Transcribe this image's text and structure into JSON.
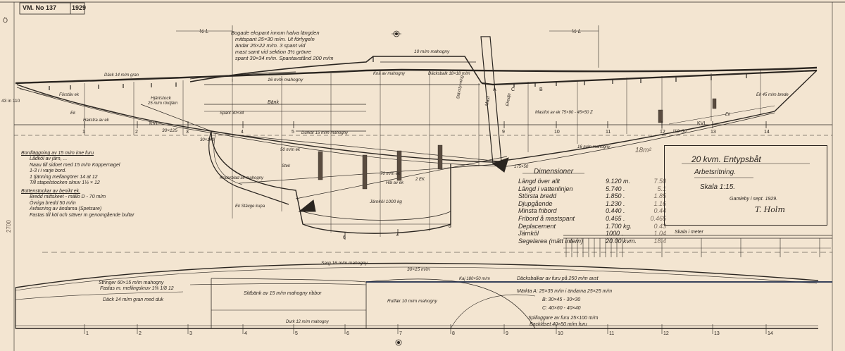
{
  "header": {
    "drawing_no": "VM. No 137",
    "year": "1929"
  },
  "deck_note": {
    "lines": [
      "Bogade ekspant innom halva längden",
      "mittspant 25×30 m/m. Ut förfygeln",
      "ändar 25×22 m/m. 3 spant vid",
      "mast samt vid sektion 3½ grövre",
      "spant 30×34 m/m. Spantavstånd 200 m/m"
    ]
  },
  "labels": {
    "half_L_left": "½ L",
    "half_L_right": "½ L",
    "mahogany_top": "10 m/m mahogny",
    "deck_planks": "16 m/m mahogny",
    "knee_mahog": "Knä av mahogny",
    "deckbeam_top": "Däcksbalk 18×18 m/m",
    "daeck_gran": "Däck 14 m/m gran",
    "hjartstock": "Hjärtstock",
    "hjartstock2": "25 m/m rördjärn",
    "forst": "Förstäv ek",
    "ek_stem": "Ek",
    "hakstra": "Hakstra av ek",
    "kvl_left": "KVL",
    "kvl_right": "KVL",
    "bank": "Bänk",
    "spant_a": "Spant 30×34",
    "bolt": "30×125",
    "bolt2": "30×140",
    "durkar": "Durkar 15 m/m mahogny",
    "vaet_ek": "50 m/m ek",
    "mast": "Mast",
    "mastfot": "Mastfot av ek 75×90 - 45×50 Z",
    "rodder": "Roderblad av mahogny",
    "stv_kupol": "Ek Stävge kupa",
    "jarnkol": "Järnköl 1000 kg",
    "hal_ek": "Häl av ek",
    "ek_right": "Ek 45 m/m brede",
    "ek2": "Ek",
    "sektion_right": "110×30",
    "sektion_mid": "175×50",
    "sentex": "2 EK",
    "sten_ek": "Stek",
    "mahogny_side": "16 m/m mahogny",
    "ballast_note": "70 m/m ek",
    "section_a": "A",
    "section_b": "B",
    "section_c": "C",
    "sar_ekstav": "Stävstyvning",
    "ekedje": "Ekedje"
  },
  "left_notes": {
    "bordlaggning": [
      "Bordläggning av 15 m/m ime furu",
      "Lådköl av järn, ...",
      "Naau till sidoet med 15 m/m Koppernagel",
      "1-3 i i varje bord.",
      "1 tjänning mellangörer 14 at 12",
      "Till stapelstocken skruv 1¼ × 12"
    ],
    "bottenstockar": [
      "Bottenstockar av benikt ek.",
      "Bredd mittskeet - mällo D - 70 m/m",
      "Övriga bredd 50 m/m",
      "Avfasning av ändarna (Spetsare)",
      "Fastas till köl och stäver m genomgående bultar"
    ]
  },
  "plan_labels": {
    "sarg": "Sarg 16 m/m mahogny",
    "sarg_dim": "30×15 m/m",
    "kaj": "Kaj 180×50 m/m",
    "stringer": "Stringer 60×15 m/m mahogny",
    "stringer2": "Fastas m. mellingskruv 1⅜ 1/8 12",
    "dack": "Däck 14 m/m gran med duk",
    "sittbank": "Sittbänk av 15 m/m mahogny ribbor",
    "ruffak": "Ruffak 10 m/m mahogny",
    "durk": "Durk 12 m/m mahogny",
    "daeck_balkar": "Däcksbalkar av furu på 250 m/m avst",
    "marka_A": "Märkta A: 25×35 m/m i ändarna 25×25 m/m",
    "marka_B": "B: 30×45 - 30×30",
    "marka_C": "C: 40×60 - 40×40",
    "sektion_B": "Spilluggare av furu 25×100 m/m",
    "sektion_B2": "Backlåset 40×50 m/m furu"
  },
  "dimensions": {
    "title": "Dimensioner",
    "rows": [
      {
        "label": "Längd över allt",
        "value": "9.120 m.",
        "note": "7.50"
      },
      {
        "label": "Längd i vattenlinjen",
        "value": "5.740 .",
        "note": "5.1"
      },
      {
        "label": "Största bredd",
        "value": "1.850 .",
        "note": "1.85"
      },
      {
        "label": "Djupgående",
        "value": "1.230 .",
        "note": "1.16"
      },
      {
        "label": "Minsta fribord",
        "value": "0.440 .",
        "note": "0.44"
      },
      {
        "label": "Fribord å mastspant",
        "value": "0.465 .",
        "note": "0.465"
      },
      {
        "label": "Deplacement",
        "value": "1.700 kg.",
        "note": "0.43"
      },
      {
        "label": "Järnköl",
        "value": "1000 .",
        "note": "1.04"
      },
      {
        "label": "Segelarea (mätt intern)",
        "value": "20.00 kvm.",
        "note": "18.4"
      }
    ],
    "margin_note": "18m²"
  },
  "title_block": {
    "title": "20 kvm. Entypsbåt",
    "subtitle": "Arbetsritning.",
    "scale": "Skala 1:15.",
    "place_date": "Gamleby i sept. 1929.",
    "signature": "T. Holm"
  },
  "scale_bar": {
    "label": "Skala i meter"
  },
  "station_numbers": [
    "1",
    "2",
    "3",
    "4",
    "5",
    "6",
    "7",
    "8",
    "9",
    "10",
    "11",
    "12",
    "13",
    "14"
  ],
  "misc": {
    "length_left": "43 in 110",
    "margin_left": "Ö",
    "stamp": "2700"
  }
}
